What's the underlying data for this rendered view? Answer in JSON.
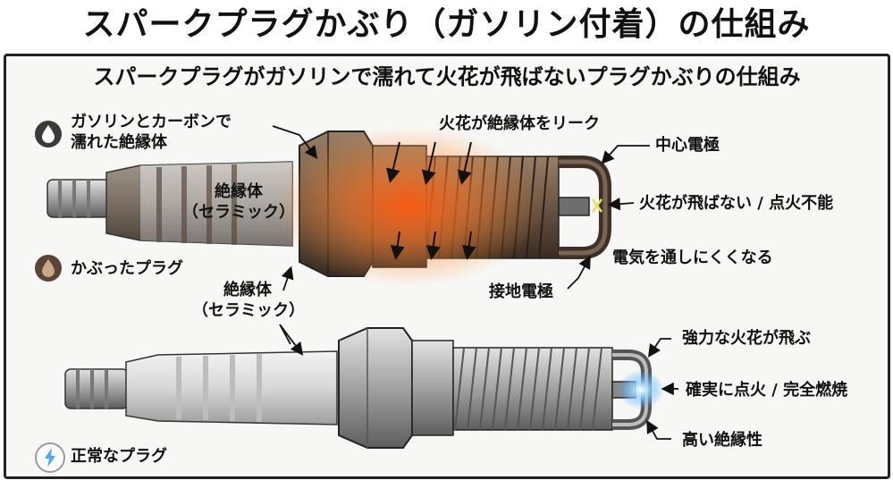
{
  "page_title": "スパークプラグかぶり（ガソリン付着）の仕組み",
  "subtitle": "スパークプラグがガソリンで濡れて火花が飛ばないプラグかぶりの仕組み",
  "fouled": {
    "wet_label_1": "ガソリンとカーボンで",
    "wet_label_2": "濡れた絶縁体",
    "insulator_1": "絶縁体",
    "insulator_2": "（セラミック）",
    "leak_label": "火花が絶縁体をリーク",
    "center_label": "中心電極",
    "nospark_label": "火花が飛ばない / 点火不能",
    "ground_label": "接地電極",
    "hard_label": "電気を通しにくくなる",
    "status_label": "かぶったプラグ"
  },
  "normal": {
    "insulator_1": "絶縁体",
    "insulator_2": "（セラミック）",
    "strong_label": "強力な火花が飛ぶ",
    "ignite_label": "確実に点火 / 完全燃焼",
    "insul_label": "高い絶縁性",
    "status_label": "正常なプラグ"
  },
  "colors": {
    "fouled_brown": "#5a4434",
    "spark_blue": "#9cd8ff",
    "glow_orange": "#ff6a1e",
    "metal_gray": "#9a9a9a"
  },
  "icons": {
    "wet": "drop-icon",
    "fouled": "brown-drop-icon",
    "normal": "spark-circle-icon"
  }
}
